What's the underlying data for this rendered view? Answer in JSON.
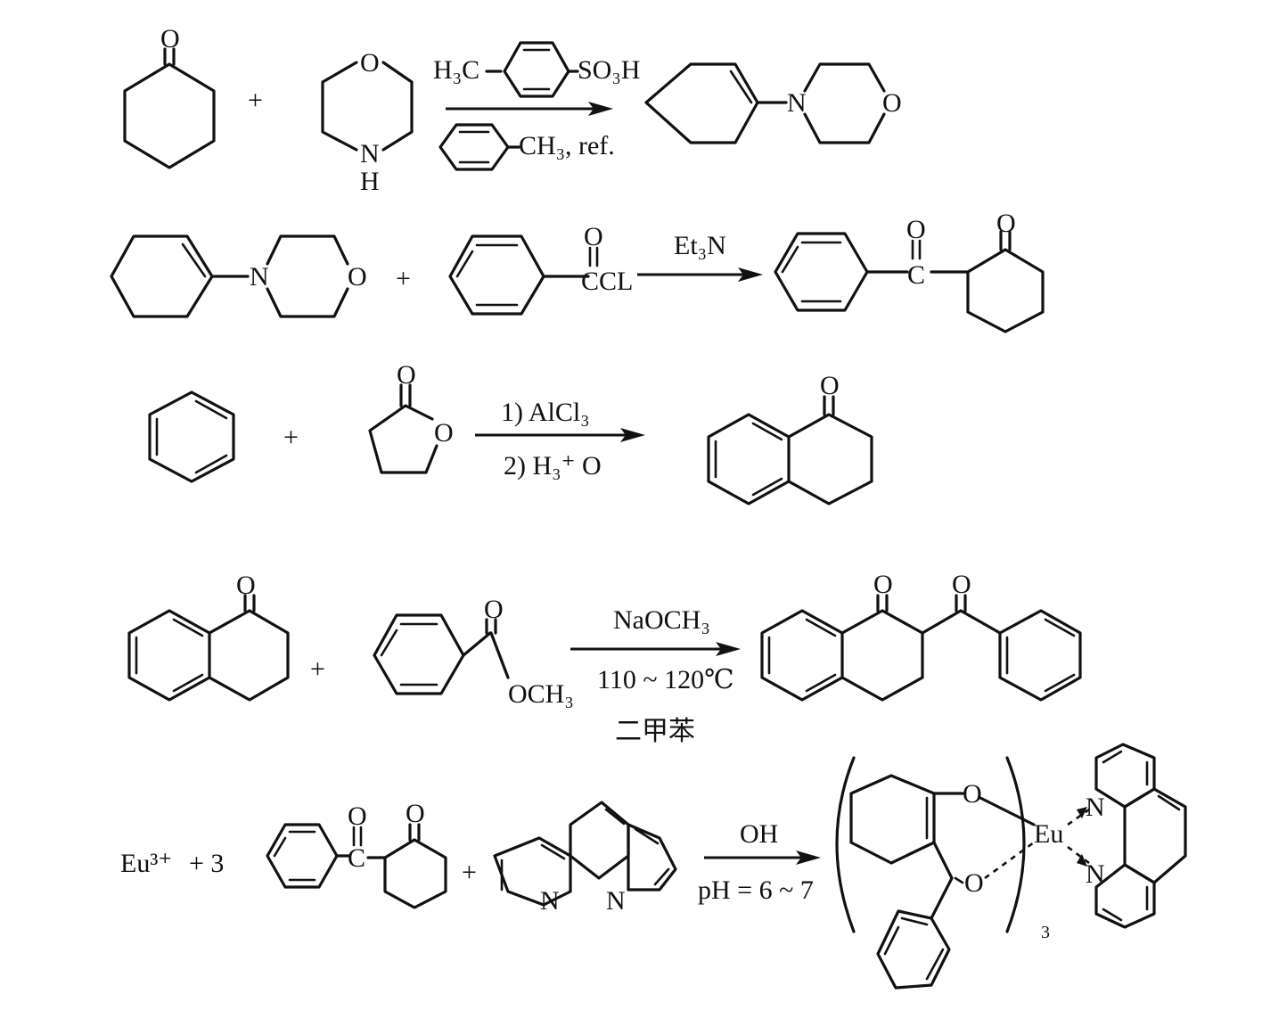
{
  "atoms": {
    "O": "O",
    "N": "N",
    "H": "H",
    "Eu": "Eu"
  },
  "plus": "+",
  "reaction1": {
    "catalyst_h3c": "H₃C",
    "catalyst_so3h": "SO₃H",
    "solvent_ch3": "CH₃",
    "solvent_ref": ", ref."
  },
  "reaction2": {
    "acyl_ccl": "CCL",
    "reagent": "Et₃N",
    "carbonyl_c": "C"
  },
  "reaction3": {
    "step1": "1) AlCl₃",
    "step2": "2) H₃⁺ O"
  },
  "reaction4": {
    "ester_och3": "OCH₃",
    "reagent": "NaOCH₃",
    "temperature": "110 ~ 120℃",
    "solvent": "二甲苯"
  },
  "reaction5": {
    "metal_ion": "Eu³⁺",
    "coefficient": "+ 3",
    "carbonyl_c": "C",
    "reagent": "OH",
    "ph": "pH = 6 ~ 7",
    "subscript_3": "3"
  }
}
